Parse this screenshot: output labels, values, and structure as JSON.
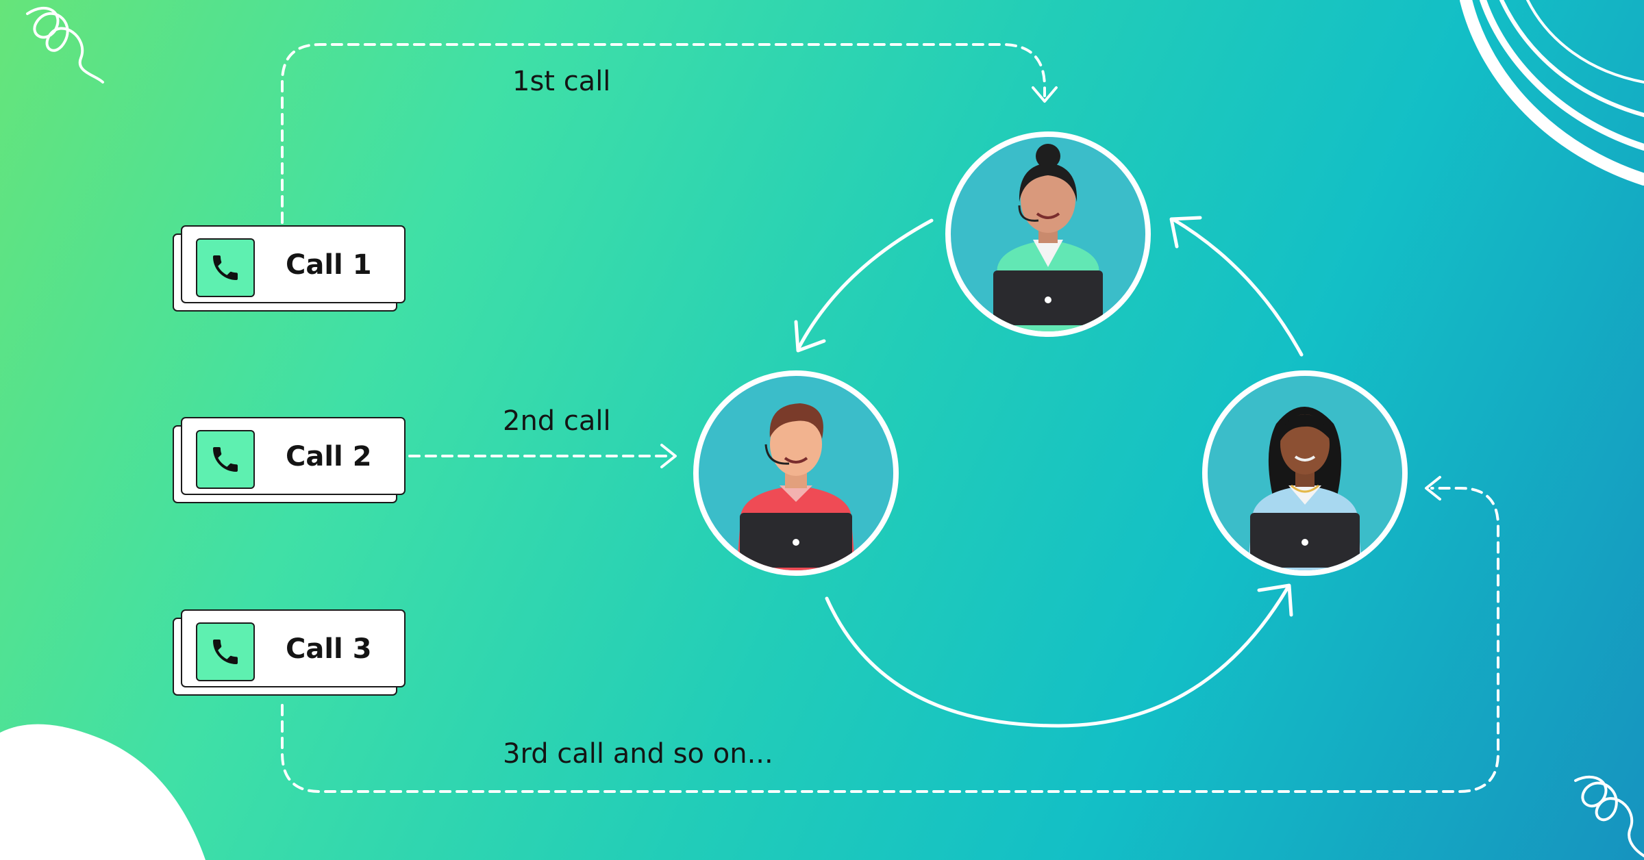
{
  "calls": [
    {
      "label": "Call 1",
      "icon": "phone-icon"
    },
    {
      "label": "Call 2",
      "icon": "phone-icon"
    },
    {
      "label": "Call 3",
      "icon": "phone-icon"
    }
  ],
  "flow_labels": {
    "first": "1st call",
    "second": "2nd call",
    "third": "3rd call and so on..."
  },
  "agents": [
    {
      "name": "agent-top",
      "shirt": "#62e7b4",
      "hair": "#1e1e1e",
      "skin": "#d9997c"
    },
    {
      "name": "agent-left",
      "shirt": "#ef4b55",
      "hair": "#7a3b2a",
      "skin": "#f2b38f"
    },
    {
      "name": "agent-right",
      "shirt": "#a8d8f0",
      "hair": "#161616",
      "skin": "#8c5033"
    }
  ],
  "colors": {
    "gradient_start": "#66e47a",
    "gradient_end": "#1693bf",
    "icon_box": "#5ef0b0",
    "line": "#ffffff",
    "text": "#141414"
  }
}
